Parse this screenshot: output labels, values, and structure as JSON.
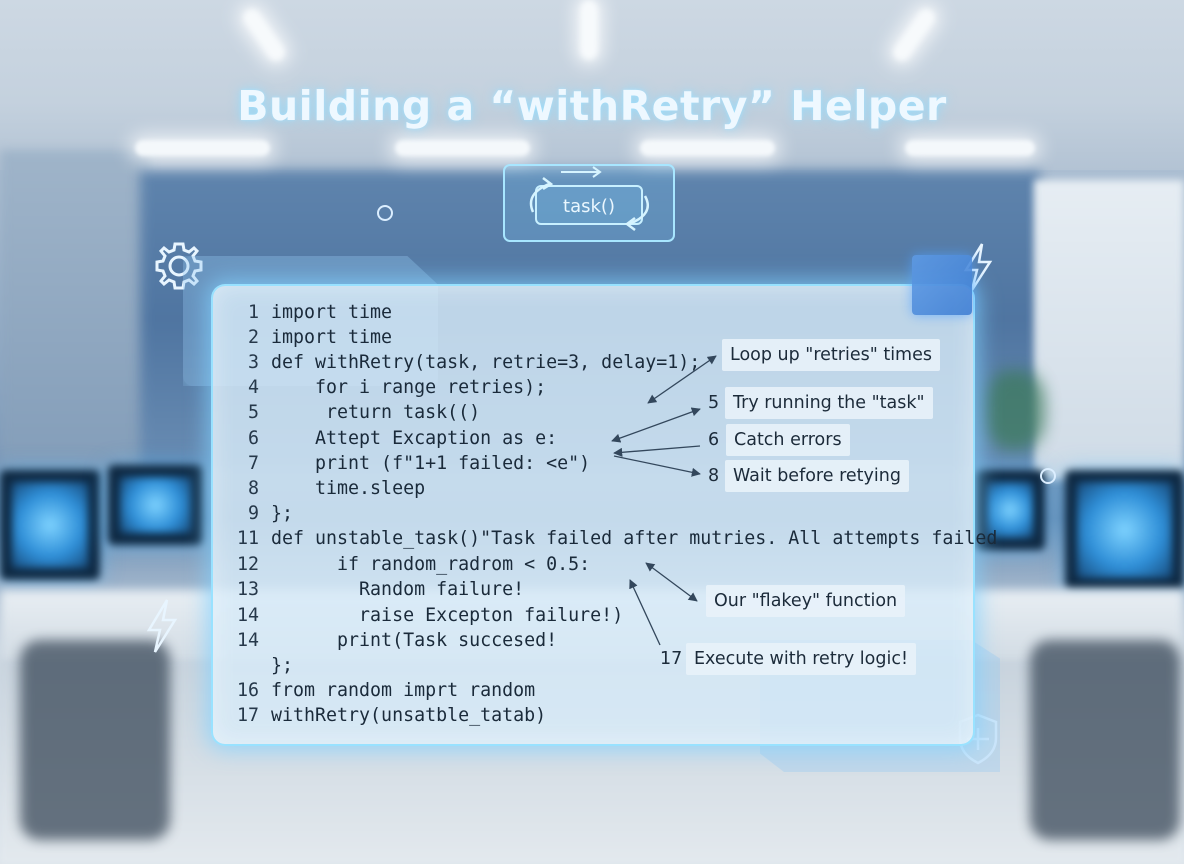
{
  "title": "Building a “withRetry” Helper",
  "task_label": "task()",
  "code_lines": [
    {
      "n": "1",
      "code": "import time"
    },
    {
      "n": "2",
      "code": "import time"
    },
    {
      "n": "3",
      "code": "def withRetry(task, retrie=3, delay=1);"
    },
    {
      "n": "4",
      "code": "    for i range retries);"
    },
    {
      "n": "5",
      "code": "     return task(()"
    },
    {
      "n": "6",
      "code": "    Attept Excaption as e:"
    },
    {
      "n": "7",
      "code": "    print (f\"1+1 failed: <e\")"
    },
    {
      "n": "8",
      "code": "    time.sleep"
    },
    {
      "n": "9",
      "code": "};"
    },
    {
      "n": "11",
      "code": "def unstable_task()\"Task failed after mutries. All attempts failed"
    },
    {
      "n": "12",
      "code": "      if random_radrom < 0.5:"
    },
    {
      "n": "13",
      "code": "        Random failure!"
    },
    {
      "n": "14",
      "code": "        raise Excepton failure!)"
    },
    {
      "n": "14",
      "code": "      print(Task succesed!"
    },
    {
      "n": "",
      "code": "};"
    },
    {
      "n": "16",
      "code": "from random imprt random"
    },
    {
      "n": "17",
      "code": "withRetry(unsatble_tatab)"
    }
  ],
  "annotations": [
    {
      "num": "",
      "text": "Loop up \"retries\" times"
    },
    {
      "num": "5",
      "text": "Try running the \"task\""
    },
    {
      "num": "6",
      "text": "Catch errors"
    },
    {
      "num": "8",
      "text": "Wait before retying"
    },
    {
      "num": "",
      "text": "Our \"flakey\" function"
    },
    {
      "num": "17",
      "text": "Execute with retry logic!"
    }
  ],
  "icons": {
    "gear": "gear-icon",
    "lightning_top": "lightning-icon",
    "lightning_left": "lightning-icon",
    "shield": "shield-icon",
    "loop": "loop-arrows-icon"
  },
  "colors": {
    "title": "#eef8ff",
    "panel_border": "#96e1ff",
    "code_text": "#1a2a3a",
    "accent_square": "#4f8ddc"
  }
}
